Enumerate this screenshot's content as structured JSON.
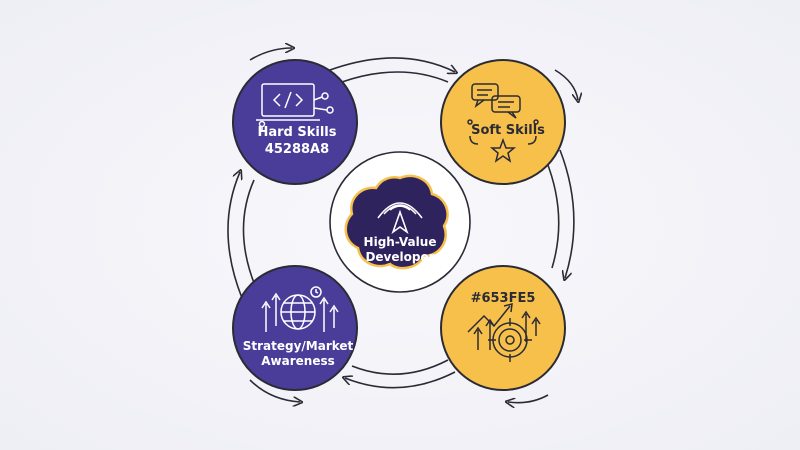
{
  "diagram": {
    "center": {
      "label_line1": "High-Value",
      "label_line2": "Developer",
      "icon": "radar-arrow-icon"
    },
    "nodes": [
      {
        "id": "hard-skills",
        "label_line1": "Hard Skills",
        "label_line2": "45288A8",
        "icon": "code-laptop-icon",
        "color": "#4a3d9a"
      },
      {
        "id": "soft-skills",
        "label_line1": "Soft Skills",
        "label_line2": "",
        "icon": "chat-bubbles-star-icon",
        "color": "#f7c04a"
      },
      {
        "id": "growth",
        "label_line1": "#653FE5",
        "label_line2": "",
        "icon": "growth-target-icon",
        "color": "#f7c04a"
      },
      {
        "id": "strategy",
        "label_line1": "Strategy/Market",
        "label_line2": "Awareness",
        "icon": "globe-arrows-icon",
        "color": "#4a3d9a"
      }
    ],
    "colors": {
      "purple": "#4a3d9a",
      "purple_dark": "#2e2160",
      "yellow": "#f7c04a",
      "stroke": "#2b2b35",
      "center_fill": "#2f235e"
    }
  }
}
